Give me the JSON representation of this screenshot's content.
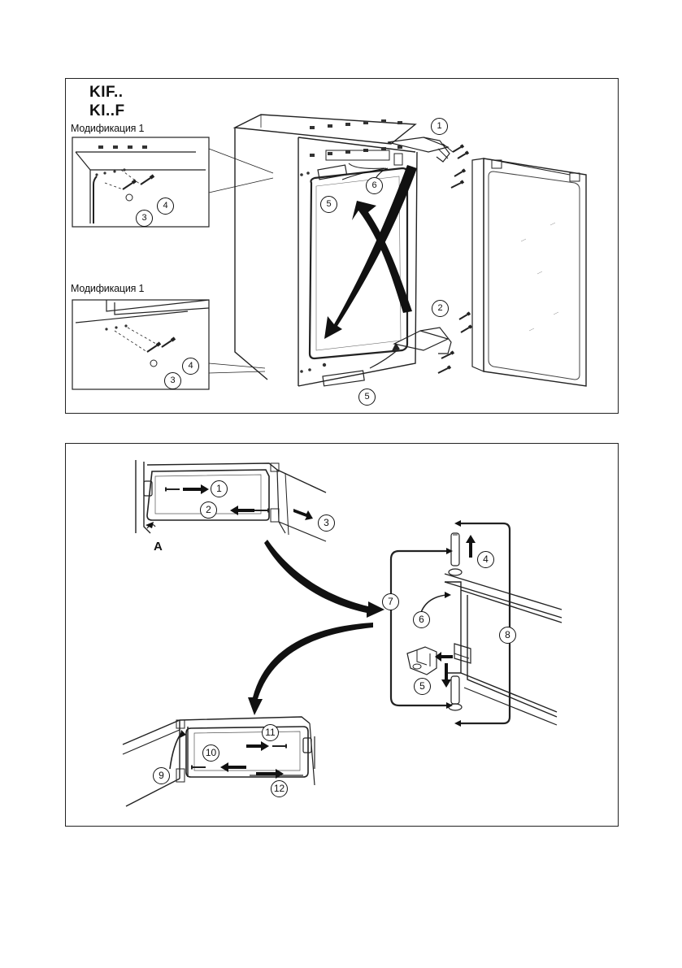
{
  "top_panel": {
    "models": [
      "KIF..",
      "KI..F"
    ],
    "modification_labels": [
      "Модификация 1",
      "Модификация 1"
    ],
    "callouts": [
      "1",
      "2",
      "3",
      "3",
      "4",
      "4",
      "5",
      "5",
      "6"
    ]
  },
  "bottom_panel": {
    "letter": "A",
    "callouts": [
      "1",
      "2",
      "3",
      "4",
      "5",
      "6",
      "7",
      "8",
      "9",
      "10",
      "11",
      "12"
    ]
  }
}
